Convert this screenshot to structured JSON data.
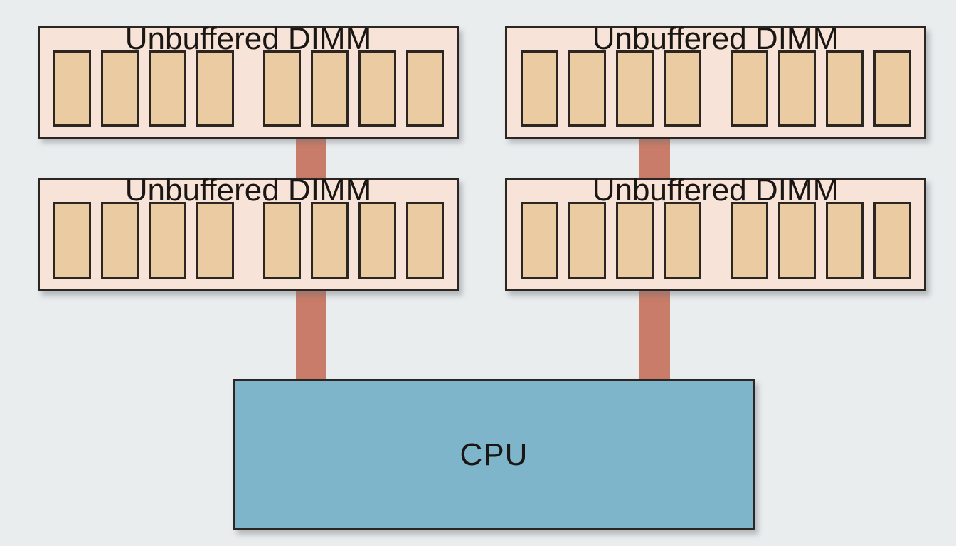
{
  "dimm": {
    "label": "Unbuffered DIMM",
    "module_count": 4,
    "chips_per_module": 8,
    "chip_group_size": 4
  },
  "cpu": {
    "label": "CPU"
  },
  "colors": {
    "background": "#e9edee",
    "dimm_fill": "#f7e3d7",
    "chip_fill": "#ebcba2",
    "outline": "#2b2622",
    "connector": "#c87c69",
    "cpu_fill": "#7fb5cb",
    "text": "#1a1613"
  }
}
